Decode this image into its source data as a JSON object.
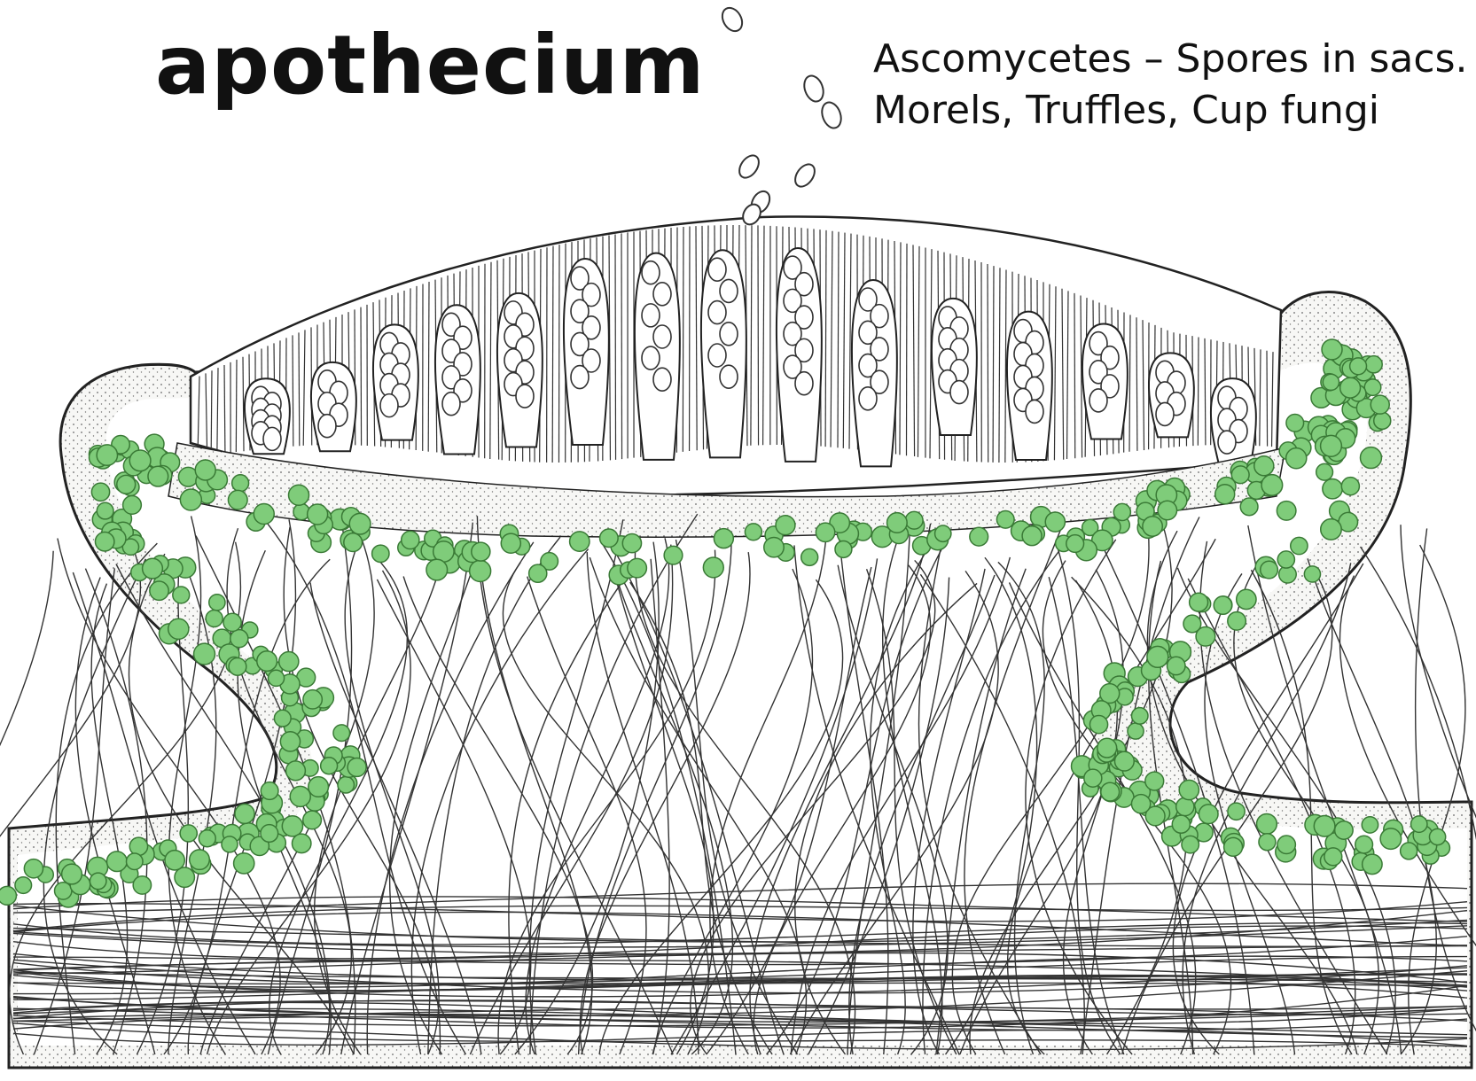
{
  "title": "apothecium",
  "caption": {
    "line1": "Ascomycetes – Spores in sacs.",
    "line2": "Morels, Truffles, Cup fungi"
  },
  "colors": {
    "algae_fill": "#7fcc7a",
    "algae_stroke": "#3a7a36",
    "ink": "#222222",
    "cortex_fill": "#f4f4f2"
  },
  "figure": {
    "subject": "apothecium cross-section",
    "parts": [
      "released spores",
      "asci with ascospores",
      "paraphyses",
      "hymenium base",
      "algal layer",
      "fungal hyphae",
      "cortex"
    ]
  }
}
